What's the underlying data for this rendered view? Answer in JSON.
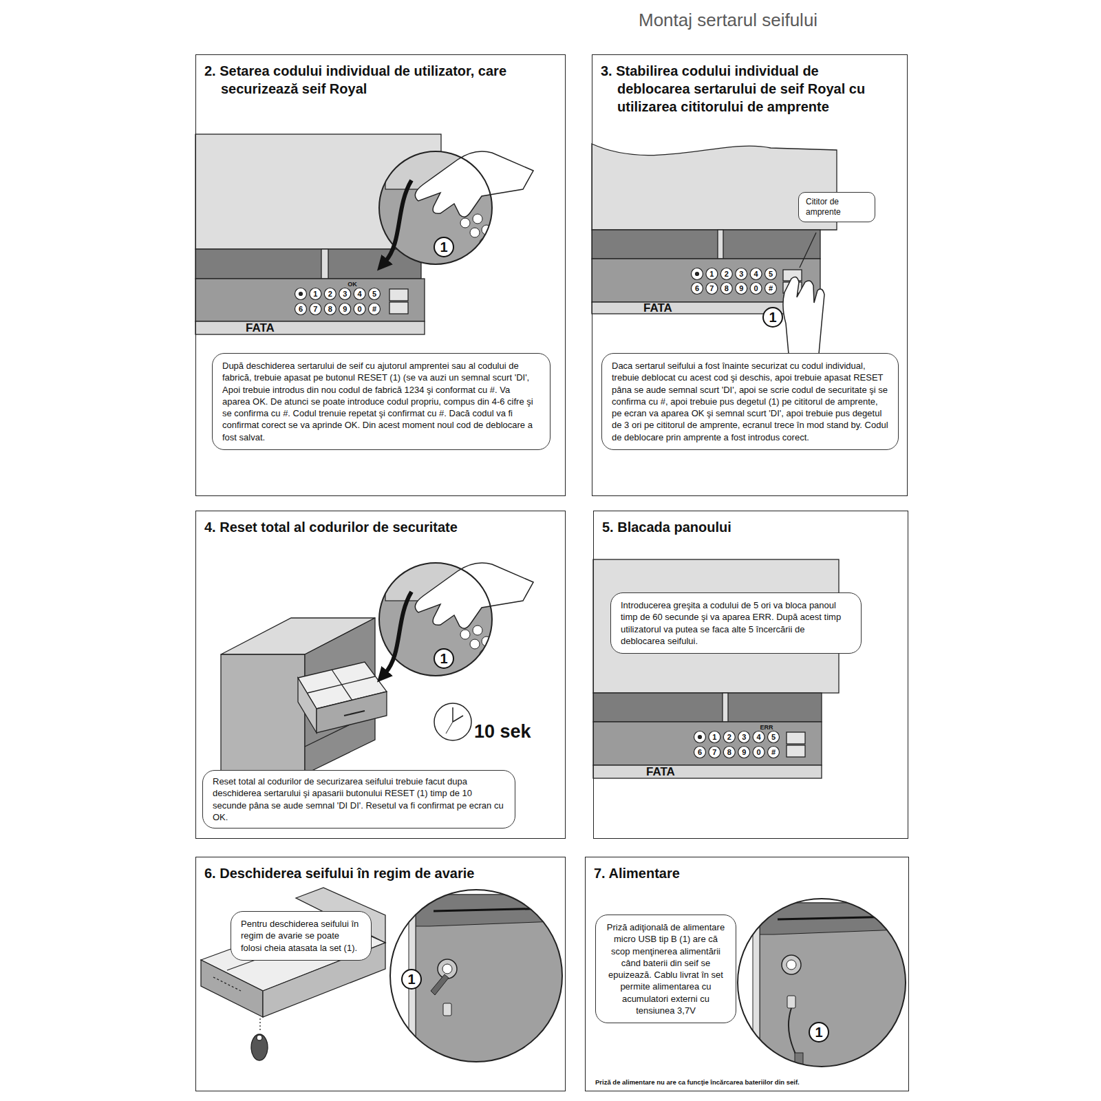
{
  "diagram": {
    "title": "Montaj sertarul seifului",
    "nodes": [
      {
        "text": [
          "2. Setarea codului individual de utilizator, care securizează seif Royal"
        ]
      },
      {
        "text": [
          "După deschiderea sertarului de seif cu ajutorul amprentei sau al codului de fabrică, trebuie apasat pe butonul RESET (1) (se va auzi un semnal scurt 'DI', Apoi trebuie introdus din nou codul de fabrică 1234 şi conformat cu #. Va aparea OK. De atunci se poate introduce codul propriu, compus din 4-6 cifre şi se confirma cu #. Codul trenuie repetat şi confirmat cu #. Dacă codul va fi confirmat corect se va aprinde OK. Din acest moment noul cod de deblocare a fost salvat."
        ],
        "in": 0
      },
      {
        "text": [
          "3. Stabilirea codului individual de deblocarea sertarului de seif Royal cu utilizarea cititorului de amprente"
        ]
      },
      {
        "text": [
          "Cititor de amprente"
        ],
        "in": 2
      },
      {
        "text": [
          "Daca sertarul seifului a fost înainte securizat cu codul individual, trebuie deblocat cu acest cod şi deschis, apoi trebuie apasat RESET pâna se aude semnal scurt 'DI', apoi se scrie codul de securitate şi se confirma cu #, apoi trebuie pus degetul (1) pe cititorul de amprente, pe ecran va aparea OK şi semnal scurt 'DI', apoi trebuie pus degetul de 3 ori pe cititorul de amprente, ecranul trece în mod stand by. Codul de deblocare prin amprente a fost introdus corect."
        ],
        "in": 2
      },
      {
        "text": [
          "4. Reset total al codurilor de securitate"
        ]
      },
      {
        "text": [
          "Reset total al codurilor de securizarea seifului trebuie facut dupa deschiderea sertarului şi apasarii butonului RESET (1) timp de 10 secunde pâna se aude semnal 'DI DI'. Resetul va fi confirmat pe ecran cu OK."
        ],
        "in": 5
      },
      {
        "text": [
          "5. Blacada panoului"
        ]
      },
      {
        "text": [
          "Introducerea greşita a codului de 5 ori va bloca panoul timp de 60 secunde şi va aparea ERR. După acest timp utilizatorul va putea se faca alte 5 încercării de deblocarea seifului."
        ],
        "in": 7
      },
      {
        "text": [
          "6. Deschiderea seifului în regim de avarie"
        ]
      },
      {
        "text": [
          "Pentru deschiderea seifului în regim de avarie se poate folosi cheia atasata la set (1)."
        ],
        "in": 9
      },
      {
        "text": [
          "7. Alimentare"
        ]
      },
      {
        "text": [
          "Priză adiţională de alimentare micro USB tip B (1) are că scop menţinerea alimentării când baterii din seif se epuizează. Cablu livrat în set permite alimentarea cu acumulatori externi cu tensiunea 3,7V"
        ],
        "in": 11
      }
    ],
    "labels": [
      "OK",
      "FATA",
      "1",
      "FATA",
      "1",
      "1",
      "10 sek",
      "ERR",
      "FATA",
      "1",
      "1",
      "Priză de alimentare nu are ca funcţie încărcarea bateriilor din seif.",
      "1",
      "2",
      "3",
      "4",
      "5",
      "6",
      "7",
      "8",
      "9",
      "0",
      "#",
      "1",
      "2",
      "3",
      "4",
      "5",
      "6",
      "7",
      "8",
      "9",
      "0",
      "#",
      "1",
      "2",
      "3",
      "4",
      "5",
      "6",
      "7",
      "8",
      "9",
      "0",
      "#"
    ]
  }
}
